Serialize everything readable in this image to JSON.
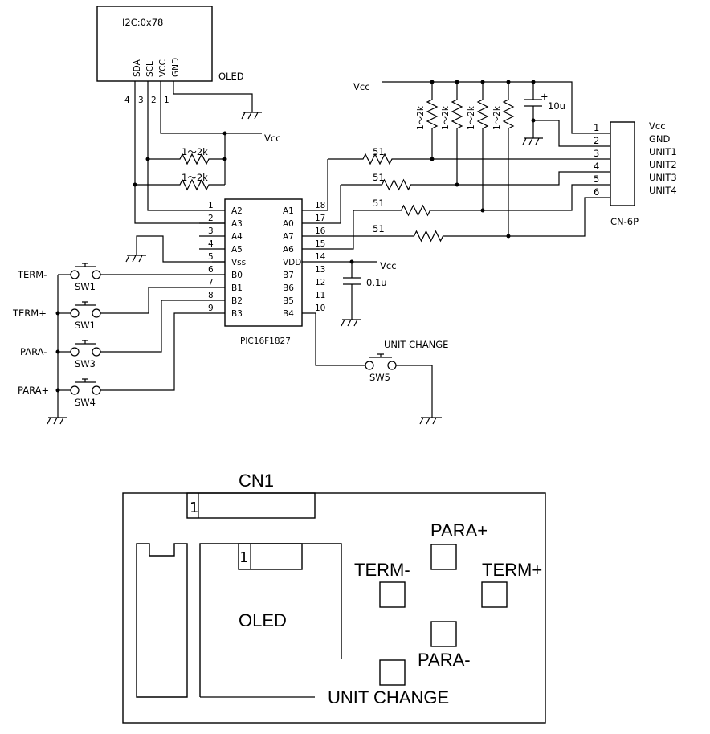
{
  "oled": {
    "addr": "I2C:0x78",
    "label": "OLED",
    "pins": [
      "SDA",
      "SCL",
      "VCC",
      "GND"
    ],
    "pin_nums": [
      "4",
      "3",
      "2",
      "1"
    ]
  },
  "vcc": "Vcc",
  "pullups_i2c": [
    "1～2k",
    "1～2k"
  ],
  "pullups_units": [
    "1～2k",
    "1～2k",
    "1～2k",
    "1～2k"
  ],
  "series_res": [
    "51",
    "51",
    "51",
    "51"
  ],
  "cap_big": "10u",
  "cap_small": "0.1u",
  "connector": {
    "name": "CN-6P",
    "pins": [
      "1",
      "2",
      "3",
      "4",
      "5",
      "6"
    ],
    "signals": [
      "Vcc",
      "GND",
      "UNIT1",
      "UNIT2",
      "UNIT3",
      "UNIT4"
    ]
  },
  "mcu": {
    "name": "PIC16F1827",
    "left_nums": [
      "1",
      "2",
      "3",
      "4",
      "5",
      "6",
      "7",
      "8",
      "9"
    ],
    "left_pins": [
      "A2",
      "A3",
      "A4",
      "A5",
      "Vss",
      "B0",
      "B1",
      "B2",
      "B3"
    ],
    "right_nums": [
      "18",
      "17",
      "16",
      "15",
      "14",
      "13",
      "12",
      "11",
      "10"
    ],
    "right_pins": [
      "A1",
      "A0",
      "A7",
      "A6",
      "VDD",
      "B7",
      "B6",
      "B5",
      "B4"
    ]
  },
  "switches": [
    {
      "net": "TERM-",
      "ref": "SW1"
    },
    {
      "net": "TERM+",
      "ref": "SW1"
    },
    {
      "net": "PARA-",
      "ref": "SW3"
    },
    {
      "net": "PARA+",
      "ref": "SW4"
    }
  ],
  "unit_change": {
    "net": "UNIT CHANGE",
    "ref": "SW5"
  },
  "layout": {
    "cn1": "CN1",
    "pin1": "1",
    "oled": "OLED",
    "para_plus": "PARA+",
    "term_minus": "TERM-",
    "term_plus": "TERM+",
    "para_minus": "PARA-",
    "unit_change": "UNIT CHANGE"
  }
}
